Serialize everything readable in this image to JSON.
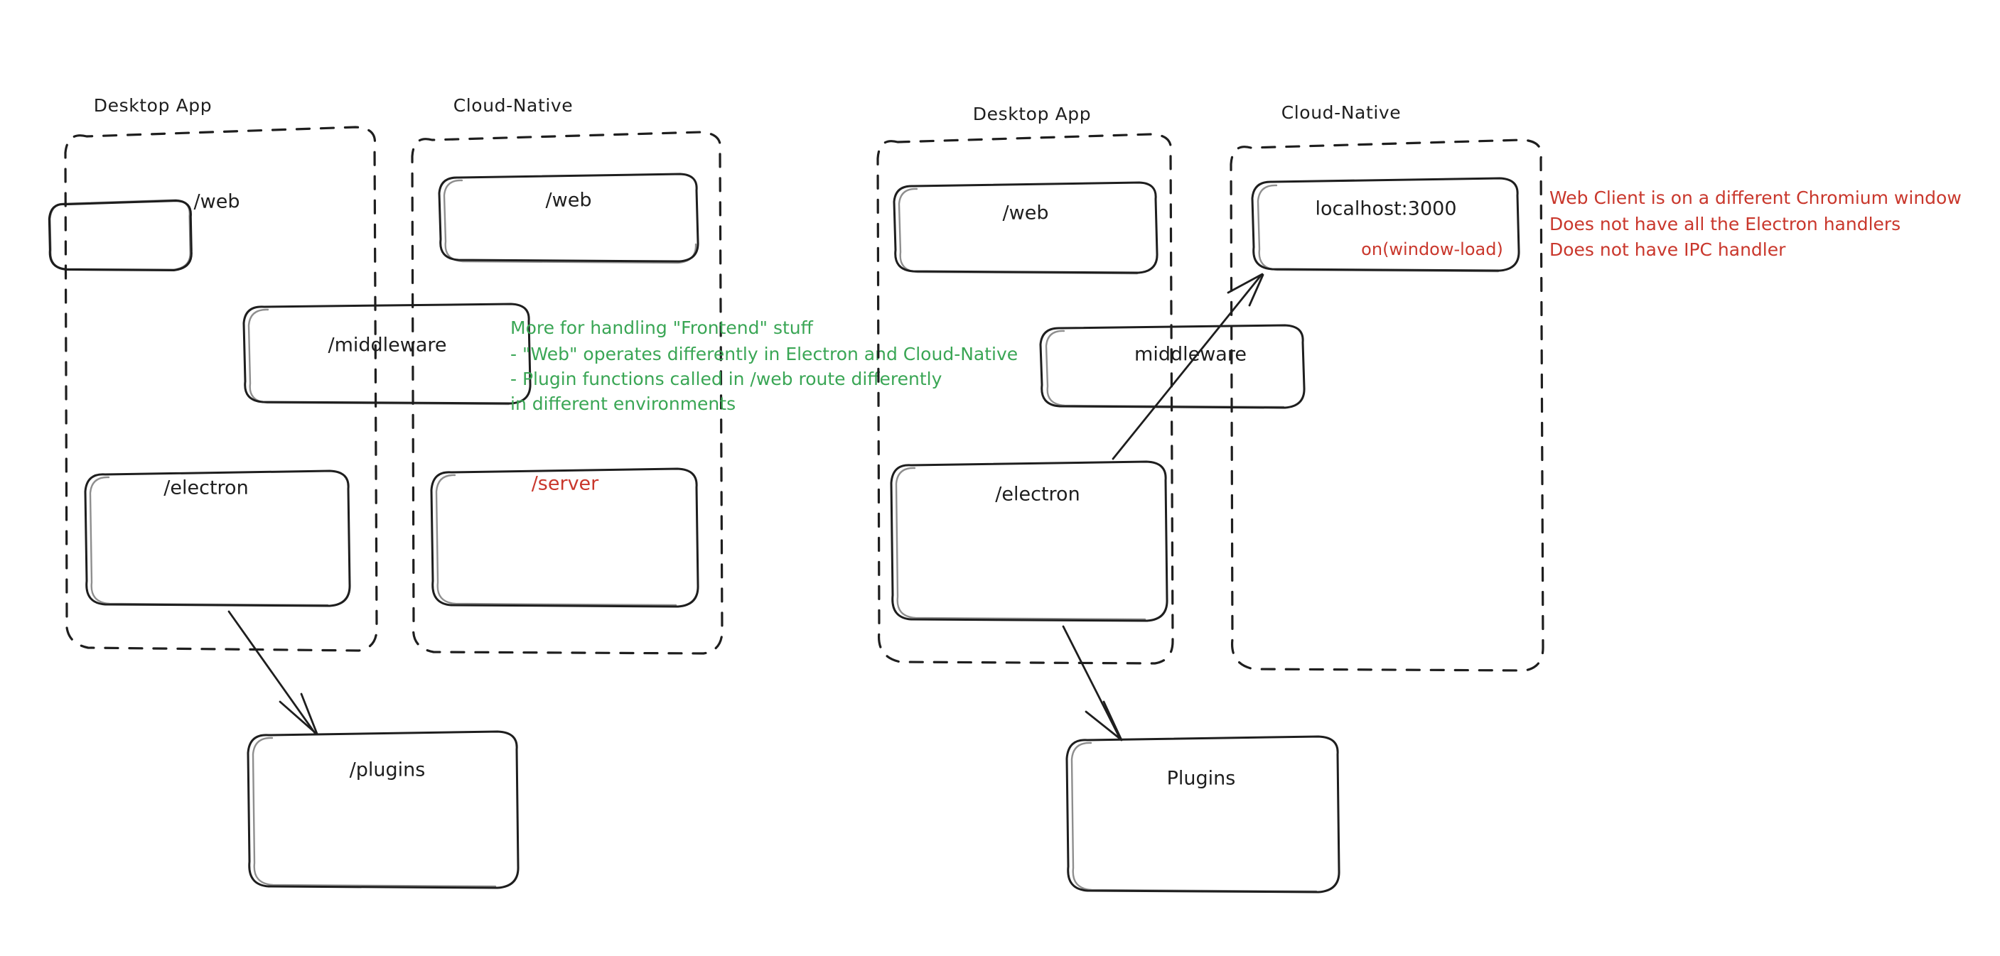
{
  "diagram": {
    "title": "Electron Desktop App vs Cloud-Native architecture comparison",
    "colors": {
      "ink": "#1e1e1e",
      "green": "#3aa655",
      "red": "#c9372c",
      "background": "#ffffff"
    },
    "left_diagram": {
      "groups": [
        {
          "label": "Desktop App"
        },
        {
          "label": "Cloud-Native"
        }
      ],
      "boxes": [
        {
          "label": "/web",
          "color": "ink"
        },
        {
          "label": "/web",
          "color": "ink"
        },
        {
          "label": "/middleware",
          "color": "ink"
        },
        {
          "label": "/electron",
          "color": "ink"
        },
        {
          "label": "/server",
          "color": "red"
        },
        {
          "label": "/plugins",
          "color": "ink"
        }
      ],
      "note_green": [
        "More for handling \"Frontend\" stuff",
        "- \"Web\" operates differently in Electron and Cloud-Native",
        "- Plugin functions called in /web route differently",
        "in different environments"
      ]
    },
    "right_diagram": {
      "groups": [
        {
          "label": "Desktop App"
        },
        {
          "label": "Cloud-Native"
        }
      ],
      "boxes": [
        {
          "label": "/web",
          "color": "ink"
        },
        {
          "label": "localhost:3000",
          "color": "ink",
          "sublabel": "on(window-load)",
          "sublabel_color": "red"
        },
        {
          "label": "middleware",
          "color": "ink"
        },
        {
          "label": "/electron",
          "color": "ink"
        },
        {
          "label": "Plugins",
          "color": "ink"
        }
      ],
      "note_red": [
        "Web Client is on a different Chromium window",
        "Does not have all the Electron handlers",
        "Does not have IPC handler"
      ]
    }
  }
}
